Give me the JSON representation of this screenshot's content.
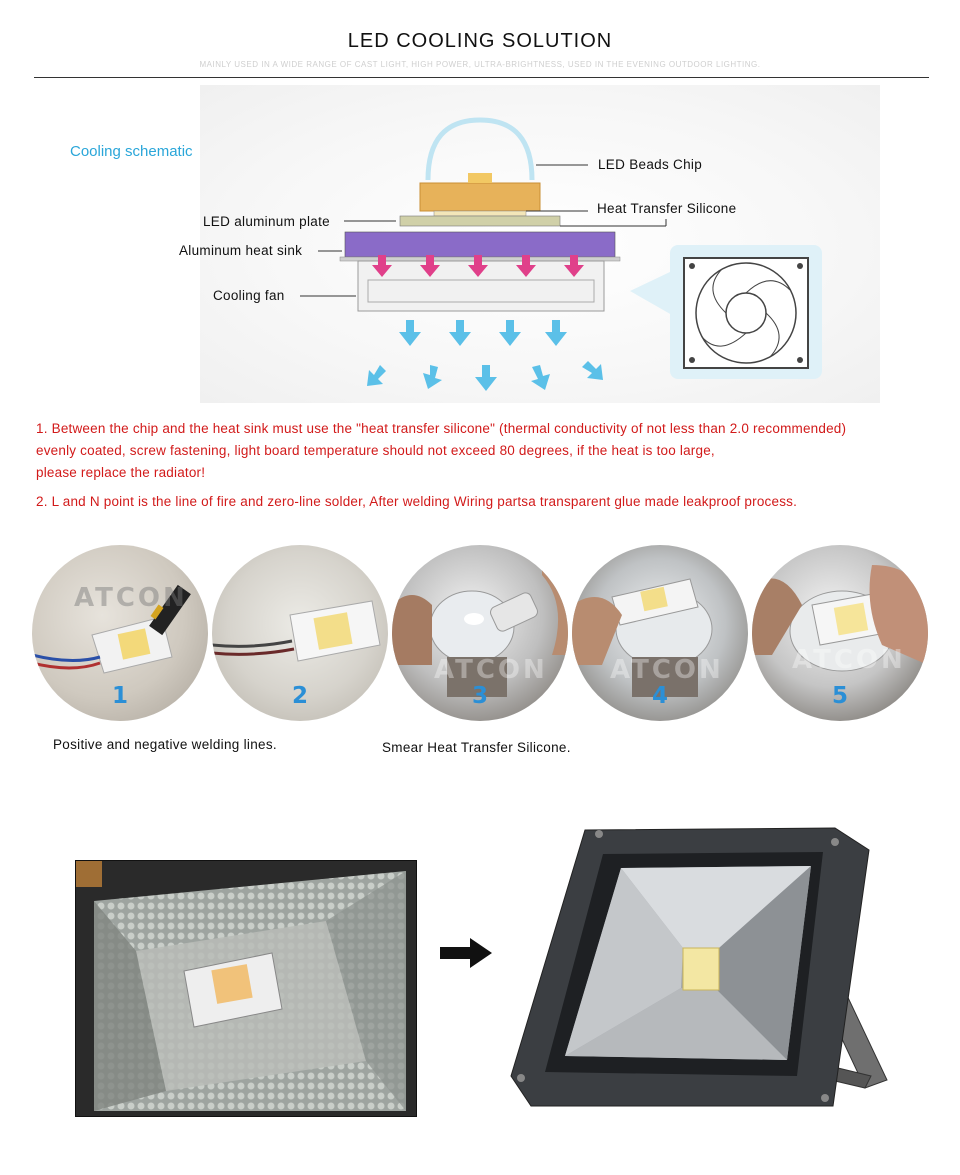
{
  "header": {
    "title": "LED COOLING SOLUTION",
    "subtitle": "MAINLY USED IN A WIDE RANGE OF CAST LIGHT, HIGH POWER, ULTRA-BRIGHTNESS, USED IN THE EVENING OUTDOOR LIGHTING."
  },
  "schematic": {
    "title": "Cooling schematic",
    "labels": {
      "beads": "LED Beads Chip",
      "silicone": "Heat Transfer Silicone",
      "plate": "LED aluminum plate",
      "sink": "Aluminum heat sink",
      "fan": "Cooling fan"
    },
    "colors": {
      "heat_sink": "#8a6bc8",
      "heat_arrow": "#e0408a",
      "air_arrow": "#2aa6d9",
      "chip": "#f0c060"
    }
  },
  "notes": {
    "line1": "1. Between the chip and the heat sink must use the \"heat transfer silicone\" (thermal conductivity of not less than 2.0 recommended)",
    "line2": "evenly coated, screw fastening, light board temperature should not exceed 80 degrees, if the heat is too large,",
    "line3": "please replace the radiator!",
    "line4": "2. L and N point is the line of fire and zero-line solder, After welding Wiring partsa transparent glue made leakproof process.",
    "color": "#d21a1a"
  },
  "steps": {
    "items": [
      {
        "number": "1"
      },
      {
        "number": "2"
      },
      {
        "number": "3"
      },
      {
        "number": "4"
      },
      {
        "number": "5"
      }
    ],
    "watermark": "ATCON",
    "caption_left": "Positive and negative welding lines.",
    "caption_right": "Smear Heat Transfer Silicone."
  },
  "icons": {
    "arrow": "arrow-right-icon",
    "fan": "fan-icon"
  }
}
